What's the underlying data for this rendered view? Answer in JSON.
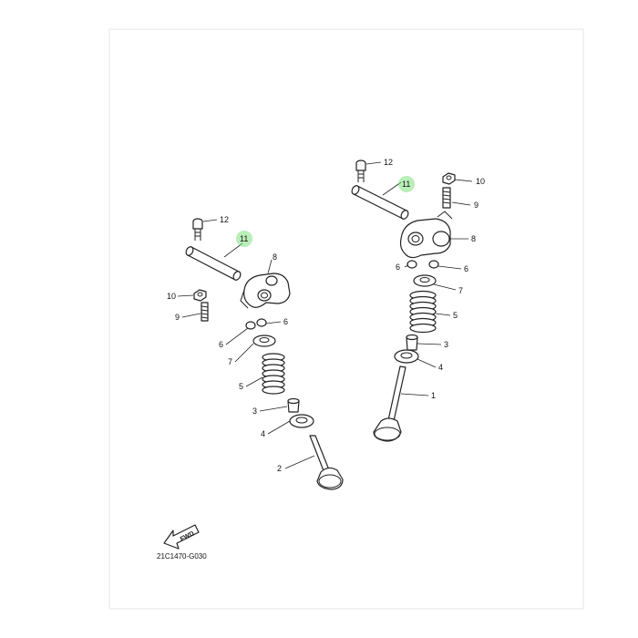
{
  "drawing_code": "21C1470-G030",
  "direction_label": "FWD",
  "highlight_color": "#7fe07f",
  "callouts": [
    {
      "id": "c12-l",
      "text": "12"
    },
    {
      "id": "c11-l",
      "text": "11"
    },
    {
      "id": "c8-l",
      "text": "8"
    },
    {
      "id": "c10-l",
      "text": "10"
    },
    {
      "id": "c9-l",
      "text": "9"
    },
    {
      "id": "c6a-l",
      "text": "6"
    },
    {
      "id": "c6b-l",
      "text": "6"
    },
    {
      "id": "c7-l",
      "text": "7"
    },
    {
      "id": "c5-l",
      "text": "5"
    },
    {
      "id": "c3-l",
      "text": "3"
    },
    {
      "id": "c4-l",
      "text": "4"
    },
    {
      "id": "c2-l",
      "text": "2"
    },
    {
      "id": "c12-r",
      "text": "12"
    },
    {
      "id": "c11-r",
      "text": "11"
    },
    {
      "id": "c10-r",
      "text": "10"
    },
    {
      "id": "c9-r",
      "text": "9"
    },
    {
      "id": "c8-r",
      "text": "8"
    },
    {
      "id": "c6a-r",
      "text": "6"
    },
    {
      "id": "c6b-r",
      "text": "6"
    },
    {
      "id": "c7-r",
      "text": "7"
    },
    {
      "id": "c5-r",
      "text": "5"
    },
    {
      "id": "c3-r",
      "text": "3"
    },
    {
      "id": "c4-r",
      "text": "4"
    },
    {
      "id": "c1-r",
      "text": "1"
    }
  ]
}
